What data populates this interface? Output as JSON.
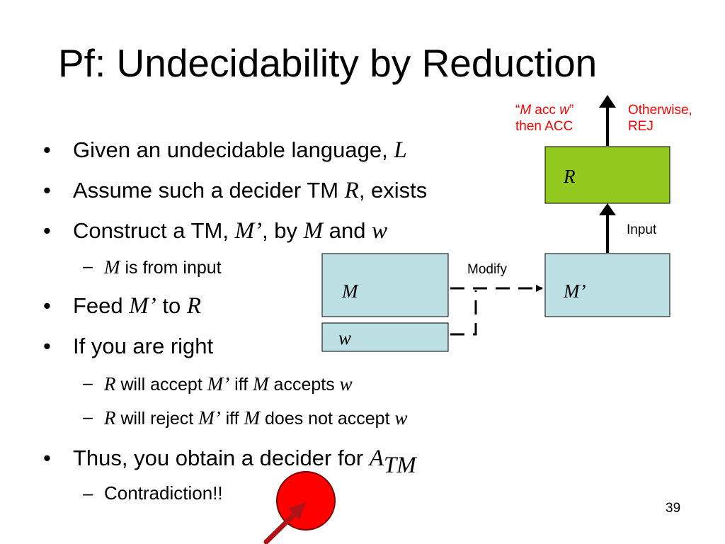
{
  "slide": {
    "title": "Pf: Undecidability by Reduction",
    "page_number": "39",
    "bullets": {
      "b1": {
        "text": "Given an undecidable language, ",
        "math": "L"
      },
      "b2": {
        "pre": "Assume such a decider TM ",
        "math": "R",
        "post": ", exists"
      },
      "b3": {
        "pre": "Construct a TM, ",
        "m1": "M’",
        "mid": ", by ",
        "m2": "M",
        "and": " and ",
        "m3": "w"
      },
      "s1": {
        "math": "M",
        "text": " is from input"
      },
      "b4": {
        "pre": "Feed ",
        "m1": "M’",
        "mid": " to ",
        "m2": "R"
      },
      "b5": {
        "text": "If you are right"
      },
      "s2": {
        "m1": "R",
        "t1": " will accept ",
        "m2": "M’",
        "t2": " iff ",
        "m3": "M",
        "t3": " accepts ",
        "m4": "w"
      },
      "s3": {
        "m1": "R",
        "t1": " will reject ",
        "m2": "M’",
        "t2": " iff ",
        "m3": "M",
        "t3": " does not accept ",
        "m4": "w"
      },
      "b6": {
        "text": "Thus, you obtain a decider for ",
        "math": "A",
        "sub": "TM"
      },
      "s4": {
        "text": "Contradiction!!"
      }
    },
    "bullet_char": "•",
    "dash_char": "–"
  },
  "diagram": {
    "box_M": "M",
    "box_w": "w",
    "box_Mprime": "M’",
    "box_R": "R",
    "label_modify": "Modify",
    "label_input": "Input",
    "accept_note": {
      "q1": "“",
      "m": "M",
      "acc": " acc ",
      "w": "w",
      "q2": "”",
      "line2": "then ACC"
    },
    "reject_note": {
      "line1": "Otherwise,",
      "line2": "REJ"
    }
  },
  "colors": {
    "box_fill": "#bde0e4",
    "decider_fill": "#92c91e",
    "annotation_red": "#ff0000",
    "stop_button_red": "#ff0000",
    "arrow_maroon": "#b01218"
  },
  "icons": {
    "stop_button": "red-circle-button-icon",
    "pointer": "arrow-pointer-icon"
  }
}
